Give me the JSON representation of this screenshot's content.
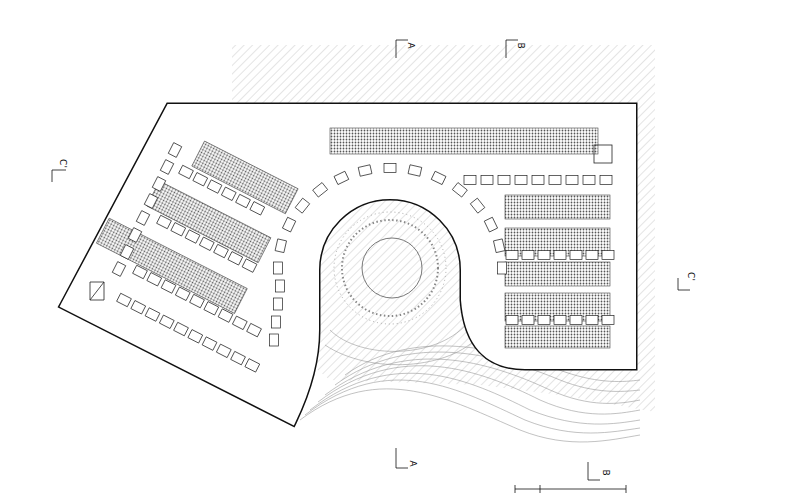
{
  "diagram": {
    "labels": [
      "A",
      "B",
      "C'",
      "C'",
      "A",
      "B"
    ]
  }
}
